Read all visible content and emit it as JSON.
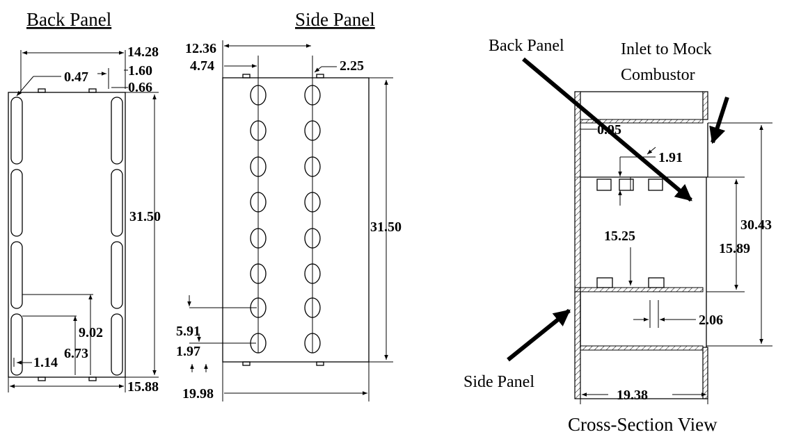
{
  "back_panel": {
    "title": "Back Panel",
    "dims": {
      "d_14_28": "14.28",
      "d_0_47": "0.47",
      "d_1_60": "1.60",
      "d_0_66": "0.66",
      "d_31_50": "31.50",
      "d_9_02": "9.02",
      "d_6_73": "6.73",
      "d_1_14": "1.14",
      "d_15_88": "15.88"
    }
  },
  "side_panel": {
    "title": "Side Panel",
    "dims": {
      "d_12_36": "12.36",
      "d_4_74": "4.74",
      "d_2_25": "2.25",
      "d_31_50": "31.50",
      "d_5_91": "5.91",
      "d_1_97": "1.97",
      "d_19_98": "19.98"
    }
  },
  "cross_section": {
    "title": "Cross-Section View",
    "labels": {
      "back_panel": "Back Panel",
      "inlet_line1": "Inlet to Mock",
      "inlet_line2": "Combustor",
      "side_panel": "Side Panel"
    },
    "dims": {
      "d_0_95": "0.95",
      "d_1_91": "1.91",
      "d_15_25": "15.25",
      "d_30_43": "30.43",
      "d_15_89": "15.89",
      "d_2_06": "2.06",
      "d_19_38": "19.38"
    }
  }
}
